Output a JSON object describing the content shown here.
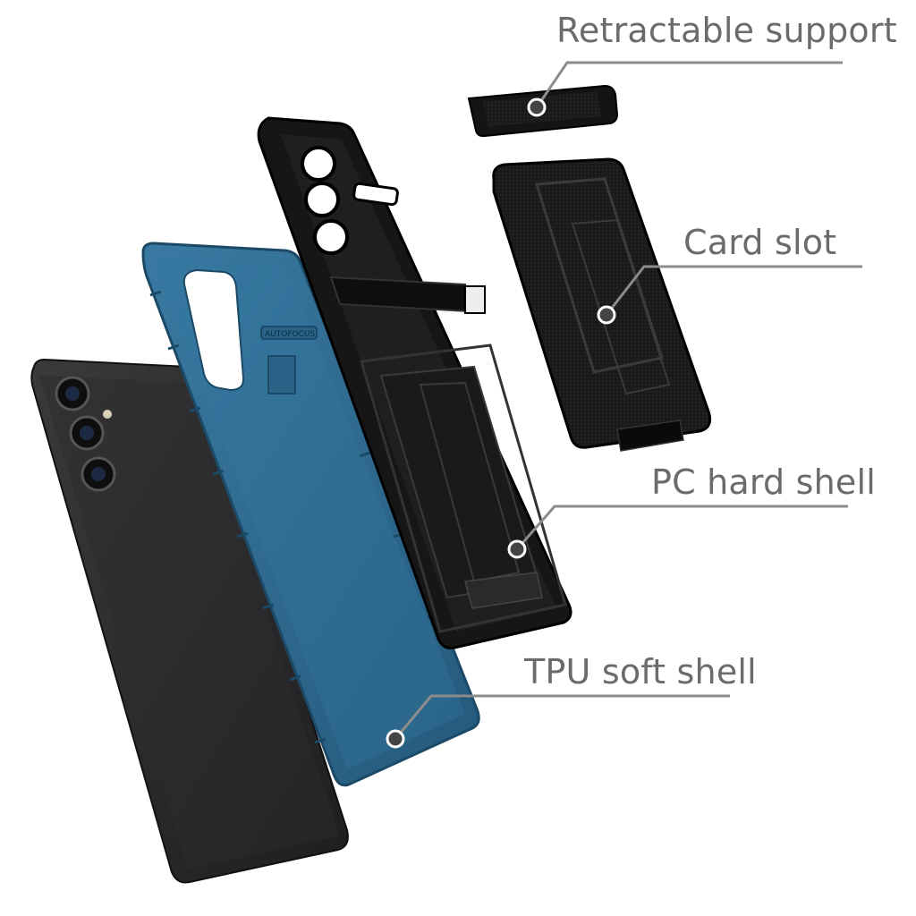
{
  "callouts": {
    "retractable_support": "Retractable support",
    "card_slot": "Card slot",
    "pc_hard_shell": "PC hard shell",
    "tpu_soft_shell": "TPU soft shell"
  },
  "case_marking": "AUTOFOCUS",
  "colors": {
    "label_text": "#6b6b6b",
    "leader_line": "#8c8c8c",
    "tpu_shell": "#2f6d93",
    "pc_shell": "#151515",
    "phone_body": "#2a2a2c"
  }
}
